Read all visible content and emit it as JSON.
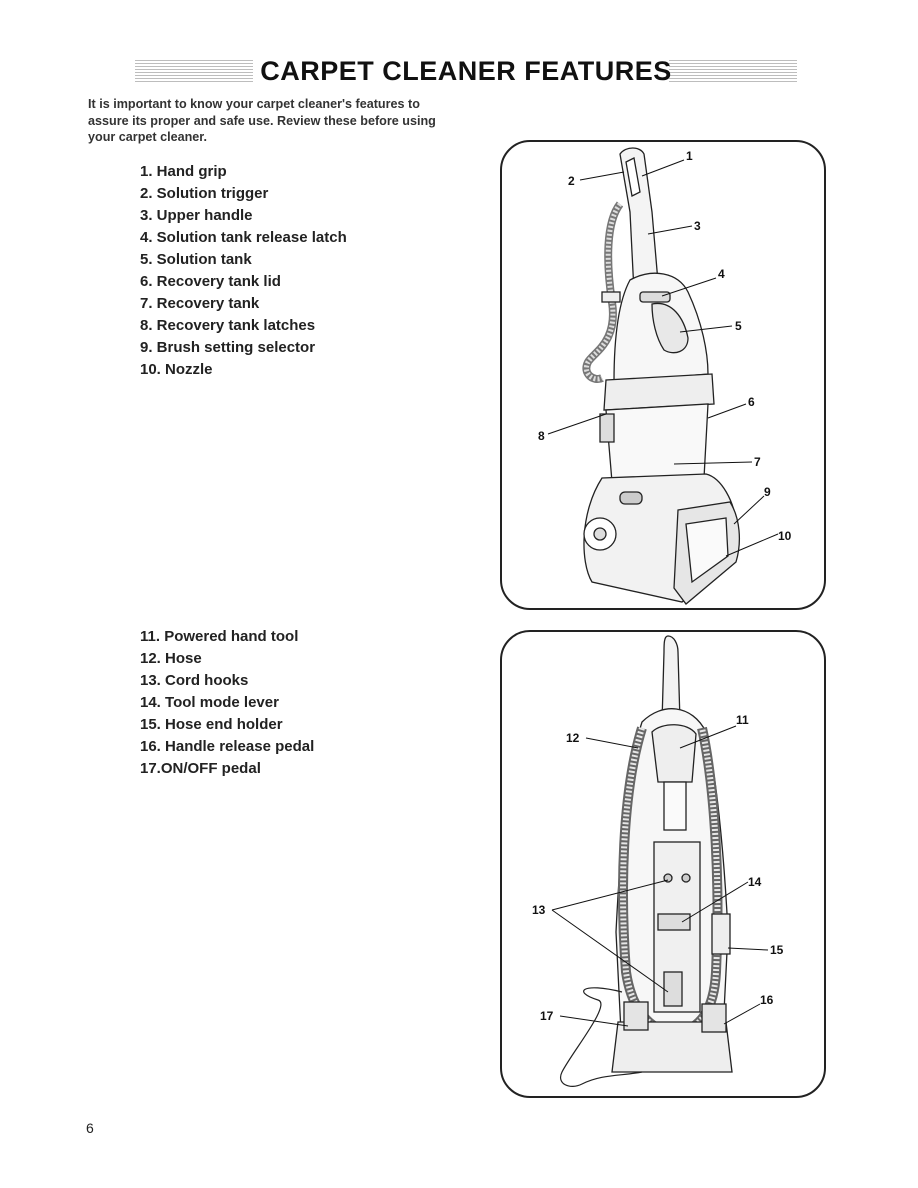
{
  "page": {
    "title": "CARPET CLEANER FEATURES",
    "intro": "It is important to know your carpet cleaner's features to assure its proper and safe use. Review these before using your carpet cleaner.",
    "page_number": "6"
  },
  "features_front": [
    "1. Hand grip",
    "2. Solution trigger",
    "3. Upper handle",
    "4. Solution tank release latch",
    "5. Solution tank",
    "6. Recovery tank lid",
    "7. Recovery tank",
    "8. Recovery tank latches",
    "9. Brush setting selector",
    "10. Nozzle"
  ],
  "features_back": [
    "11. Powered hand tool",
    "12. Hose",
    "13. Cord hooks",
    "14. Tool mode lever",
    "15. Hose end holder",
    "16. Handle release pedal",
    "17.ON/OFF pedal"
  ],
  "front_callouts": [
    "1",
    "2",
    "3",
    "4",
    "5",
    "6",
    "7",
    "8",
    "9",
    "10"
  ],
  "back_callouts": [
    "11",
    "12",
    "13",
    "14",
    "15",
    "16",
    "17"
  ]
}
